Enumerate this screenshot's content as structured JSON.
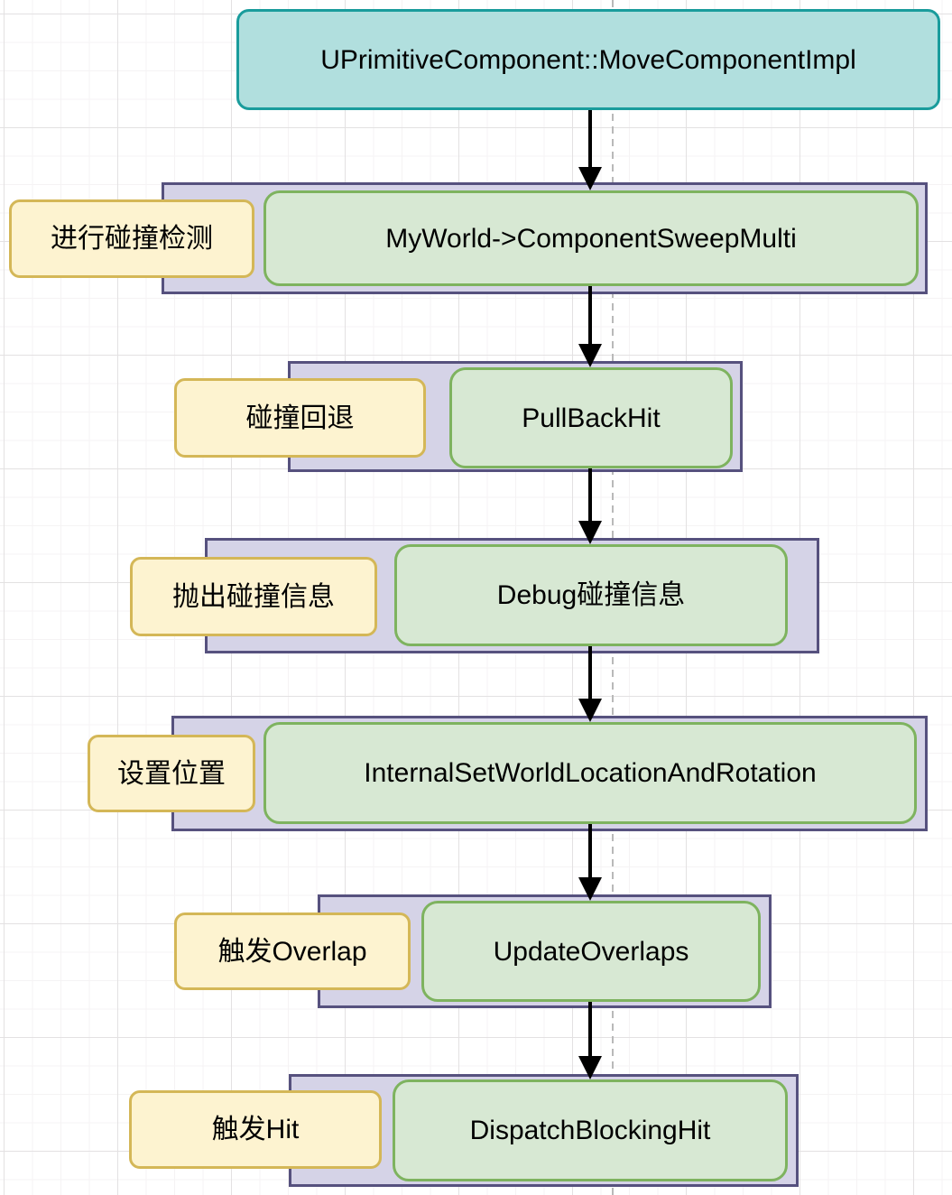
{
  "diagram": {
    "root": {
      "label": "UPrimitiveComponent::MoveComponentImpl"
    },
    "steps": [
      {
        "annotation": "进行碰撞检测",
        "node": "MyWorld->ComponentSweepMulti"
      },
      {
        "annotation": "碰撞回退",
        "node": "PullBackHit"
      },
      {
        "annotation": "抛出碰撞信息",
        "node": "Debug碰撞信息"
      },
      {
        "annotation": "设置位置",
        "node": "InternalSetWorldLocationAndRotation"
      },
      {
        "annotation": "触发Overlap",
        "node": "UpdateOverlaps"
      },
      {
        "annotation": "触发Hit",
        "node": "DispatchBlockingHit"
      }
    ],
    "colors": {
      "root_fill": "#b1dfde",
      "root_stroke": "#1a9c9c",
      "container_fill": "#d5d3e7",
      "container_stroke": "#56517e",
      "node_fill": "#d7e8d3",
      "node_stroke": "#7eb35f",
      "annotation_fill": "#fdf3d0",
      "annotation_stroke": "#d4b757",
      "arrow": "#000000",
      "page_break_line": "#b9b9b9"
    }
  }
}
